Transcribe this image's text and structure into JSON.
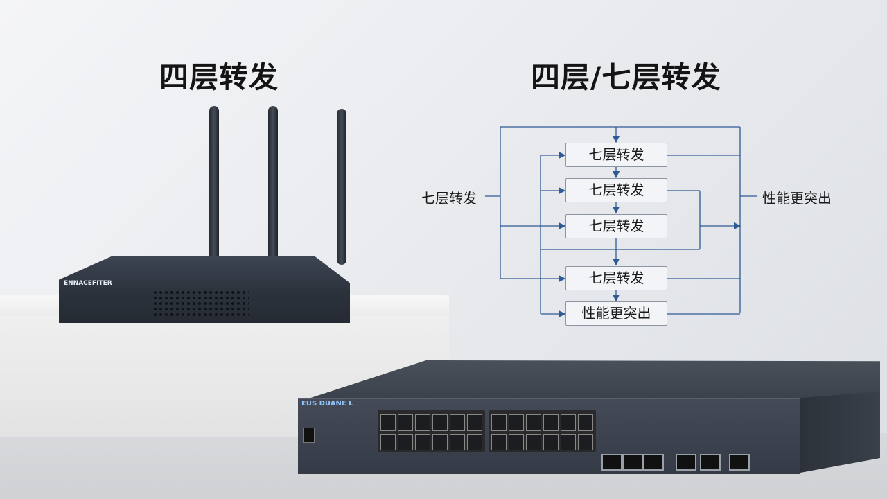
{
  "titles": {
    "left": "四层转发",
    "right": "四层/七层转发"
  },
  "diagram": {
    "input_label": "七层转发",
    "output_label": "性能更突出",
    "nodes": [
      "七层转发",
      "七层转发",
      "七层转发",
      "七层转发",
      "性能更突出"
    ],
    "line_color": "#2f5a94",
    "box_border_color": "#8c95a3"
  },
  "devices": {
    "router_brand": "ENNACEFITER",
    "switch_label": "EUS DUANE L"
  }
}
